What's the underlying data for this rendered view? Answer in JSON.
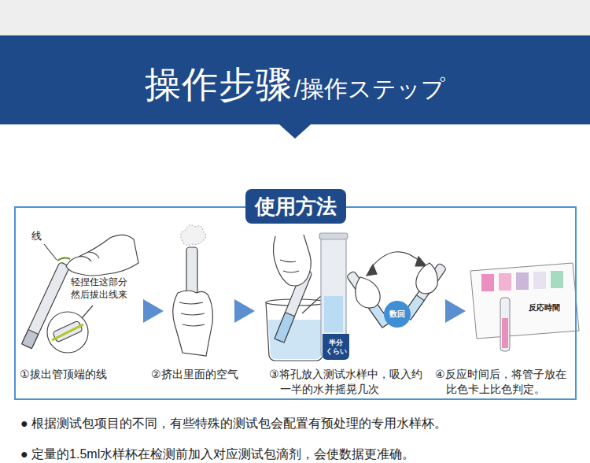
{
  "diagram": {
    "nodes": [
      {
        "text": [
          "操作步骤",
          "/操作ステップ"
        ]
      },
      {
        "text": [
          "使用方法"
        ]
      },
      {
        "text": [
          "数回"
        ],
        "in": 1
      },
      {
        "text": [
          "半分 くらい"
        ],
        "in": 1
      }
    ],
    "labels": [
      "线",
      "轻捏住这部分 然后拔出线来",
      "反応時間",
      "①拔出管顶端的线",
      "②挤出里面的空气",
      "③将孔放入测试水样中，吸入约一半的水并摇晃几次",
      "④反应时间后，将管子放在比色卡上比色判定。",
      "● 根据测试包项目的不同，有些特殊的测试包会配置有预处理的专用水样杯。",
      "● 定量的1.5ml水样杯在检测前加入对应测试包滴剂，会使数据更准确。"
    ]
  }
}
